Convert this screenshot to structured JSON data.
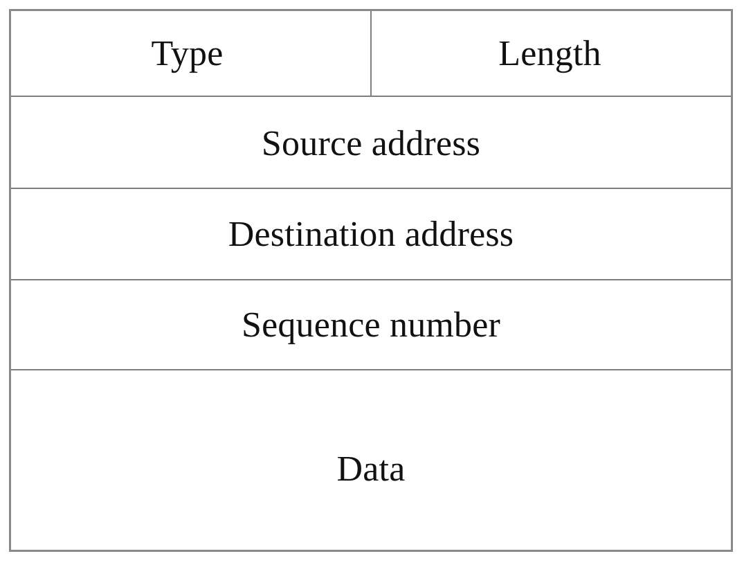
{
  "diagram": {
    "name": "packet-header-format",
    "kind": "packet-field-layout-table",
    "colors": {
      "outer_border": "#8a8a8a",
      "inner_border": "#7e7e7e",
      "background": "#ffffff",
      "text": "#111111"
    },
    "rows": [
      {
        "id": "type-length",
        "fields": [
          {
            "id": "type",
            "label": "Type"
          },
          {
            "id": "length",
            "label": "Length"
          }
        ]
      },
      {
        "id": "source",
        "fields": [
          {
            "id": "source-address",
            "label": "Source address"
          }
        ]
      },
      {
        "id": "destination",
        "fields": [
          {
            "id": "destination-address",
            "label": "Destination address"
          }
        ]
      },
      {
        "id": "sequence",
        "fields": [
          {
            "id": "sequence-number",
            "label": "Sequence number"
          }
        ]
      },
      {
        "id": "data",
        "fields": [
          {
            "id": "data",
            "label": "Data"
          }
        ]
      }
    ]
  }
}
